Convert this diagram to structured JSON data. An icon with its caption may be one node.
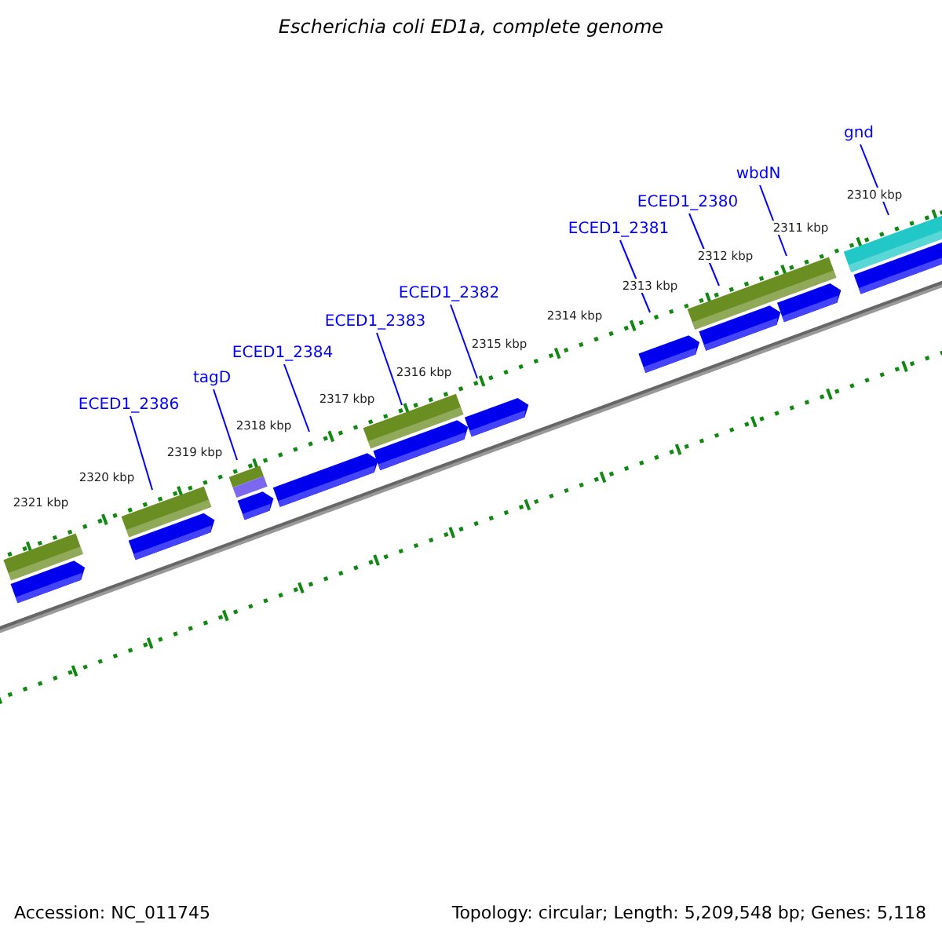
{
  "diagram": {
    "title": "Escherichia coli ED1a, complete genome",
    "nodes": [
      {
        "text": [
          "ECED1_2386"
        ]
      },
      {
        "text": [
          "tagD"
        ]
      },
      {
        "text": [
          "ECED1_2384"
        ]
      },
      {
        "text": [
          "ECED1_2383"
        ]
      },
      {
        "text": [
          "ECED1_2382"
        ]
      },
      {
        "text": [
          "ECED1_2381"
        ]
      },
      {
        "text": [
          "ECED1_2380"
        ]
      },
      {
        "text": [
          "wbdN"
        ]
      },
      {
        "text": [
          "gnd"
        ]
      }
    ],
    "edges": [
      {
        "from": 0,
        "to": null,
        "arrow": "none"
      },
      {
        "from": 1,
        "to": null,
        "arrow": "none"
      },
      {
        "from": 2,
        "to": null,
        "arrow": "none"
      },
      {
        "from": 3,
        "to": null,
        "arrow": "none"
      },
      {
        "from": 4,
        "to": null,
        "arrow": "none"
      },
      {
        "from": 5,
        "to": null,
        "arrow": "none"
      },
      {
        "from": 6,
        "to": null,
        "arrow": "none"
      },
      {
        "from": 7,
        "to": null,
        "arrow": "none"
      },
      {
        "from": 8,
        "to": null,
        "arrow": "none"
      }
    ],
    "labels": [
      "2321 kbp",
      "2320 kbp",
      "2319 kbp",
      "2318 kbp",
      "2317 kbp",
      "2316 kbp",
      "2315 kbp",
      "2314 kbp",
      "2313 kbp",
      "2312 kbp",
      "2311 kbp",
      "2310 kbp",
      "Accession: NC_011745",
      "Topology: circular; Length: 5,209,548 bp; Genes: 5,118"
    ]
  }
}
